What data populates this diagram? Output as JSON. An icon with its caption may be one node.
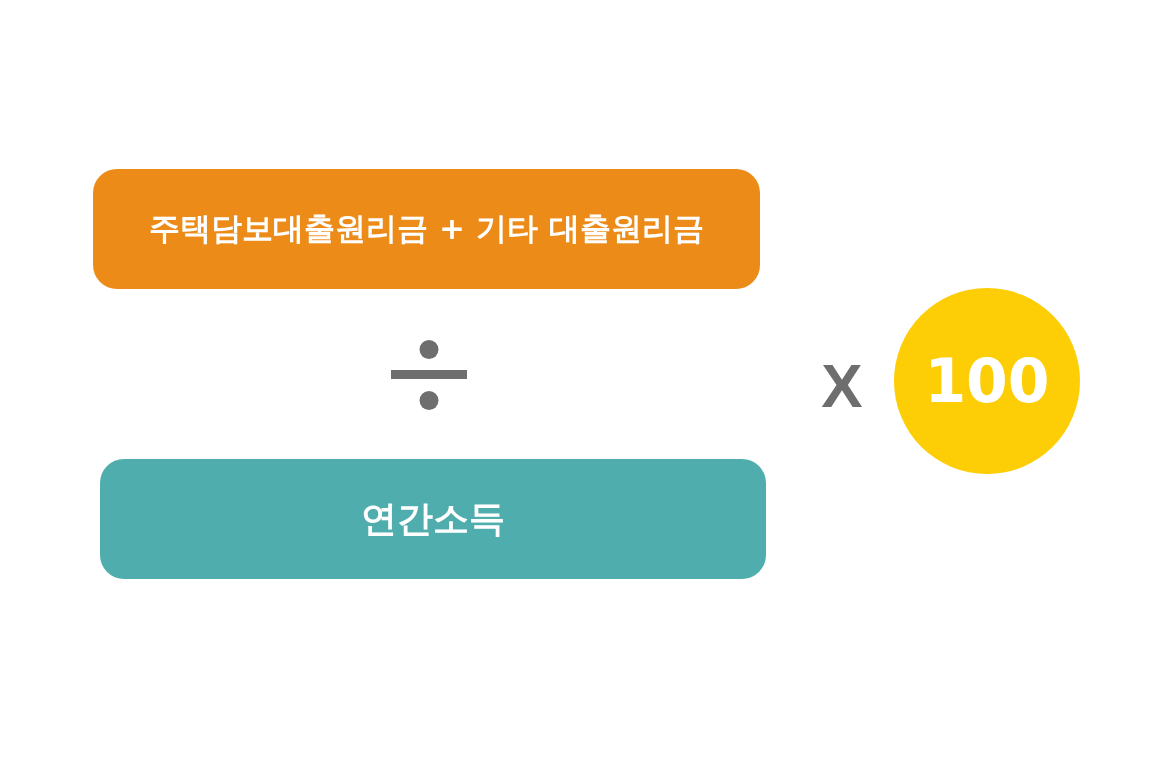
{
  "diagram": {
    "nodes": [
      {
        "text": [
          "주택담보대출원리금 + 기타 대출원리금"
        ]
      },
      {
        "text": [
          "연간소득"
        ]
      },
      {
        "text": [
          "100"
        ]
      }
    ],
    "labels": [
      "X"
    ]
  }
}
